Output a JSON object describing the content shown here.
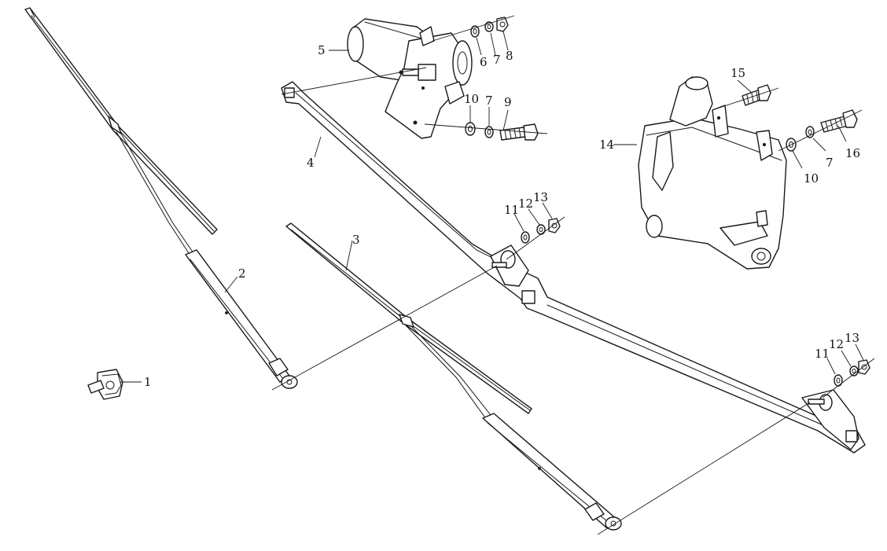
{
  "diagram": {
    "callouts": {
      "c1": "1",
      "c2": "2",
      "c3": "3",
      "c4": "4",
      "c5": "5",
      "c6": "6",
      "c7a": "7",
      "c8": "8",
      "c10a": "10",
      "c7b": "7",
      "c9": "9",
      "c11a": "11",
      "c12a": "12",
      "c13a": "13",
      "c14": "14",
      "c15": "15",
      "c10b": "10",
      "c7c": "7",
      "c16": "16",
      "c11b": "11",
      "c12b": "12",
      "c13b": "13"
    }
  }
}
